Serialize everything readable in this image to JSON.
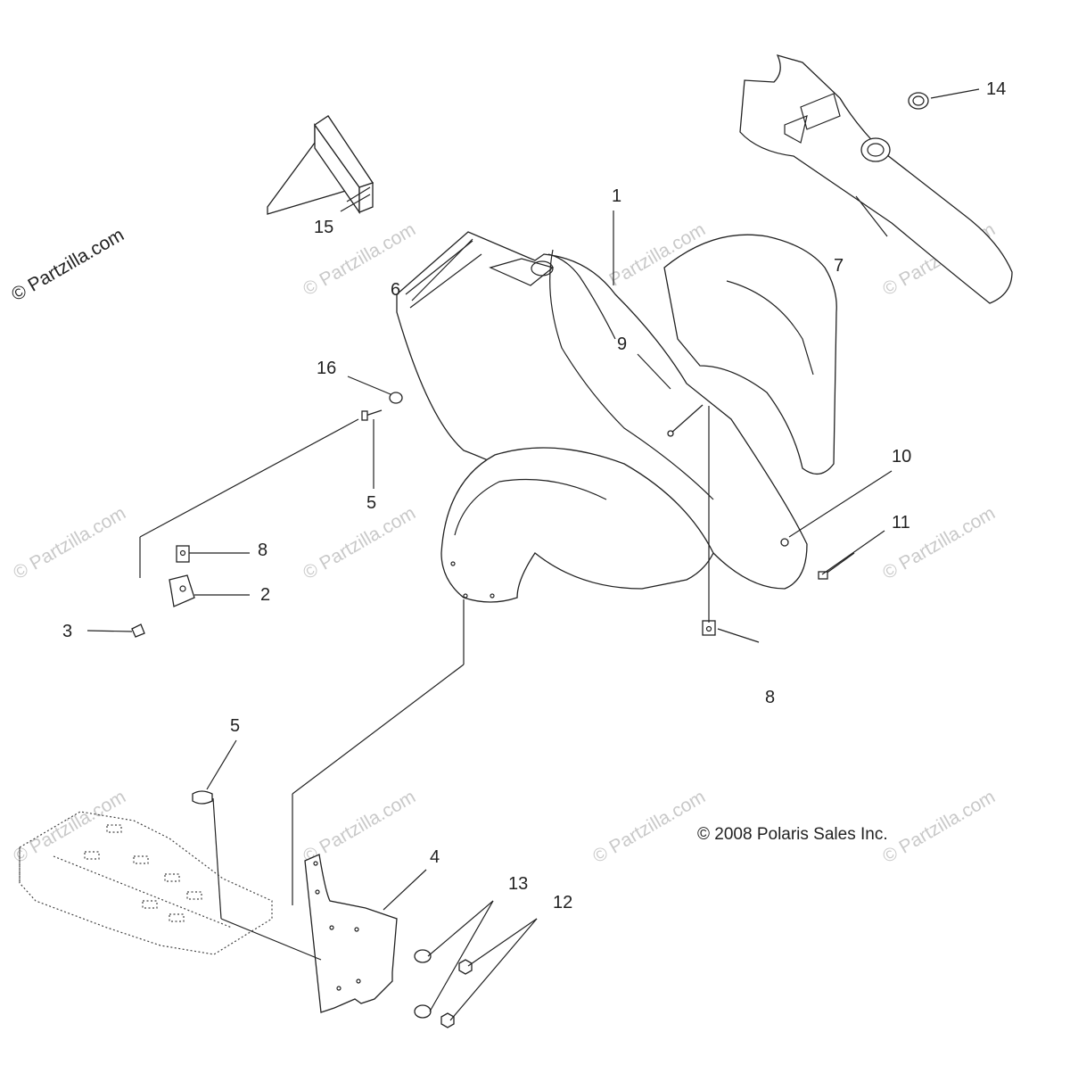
{
  "diagram": {
    "watermark_text": "© Partzilla.com",
    "copyright": "© 2008 Polaris Sales Inc.",
    "callouts": [
      {
        "id": "c1",
        "label": "1"
      },
      {
        "id": "c2",
        "label": "2"
      },
      {
        "id": "c3",
        "label": "3"
      },
      {
        "id": "c4",
        "label": "4"
      },
      {
        "id": "c5a",
        "label": "5"
      },
      {
        "id": "c5b",
        "label": "5"
      },
      {
        "id": "c6",
        "label": "6"
      },
      {
        "id": "c7",
        "label": "7"
      },
      {
        "id": "c8a",
        "label": "8"
      },
      {
        "id": "c8b",
        "label": "8"
      },
      {
        "id": "c9",
        "label": "9"
      },
      {
        "id": "c10",
        "label": "10"
      },
      {
        "id": "c11",
        "label": "11"
      },
      {
        "id": "c12",
        "label": "12"
      },
      {
        "id": "c13",
        "label": "13"
      },
      {
        "id": "c14",
        "label": "14"
      },
      {
        "id": "c15",
        "label": "15"
      },
      {
        "id": "c16",
        "label": "16"
      }
    ]
  }
}
